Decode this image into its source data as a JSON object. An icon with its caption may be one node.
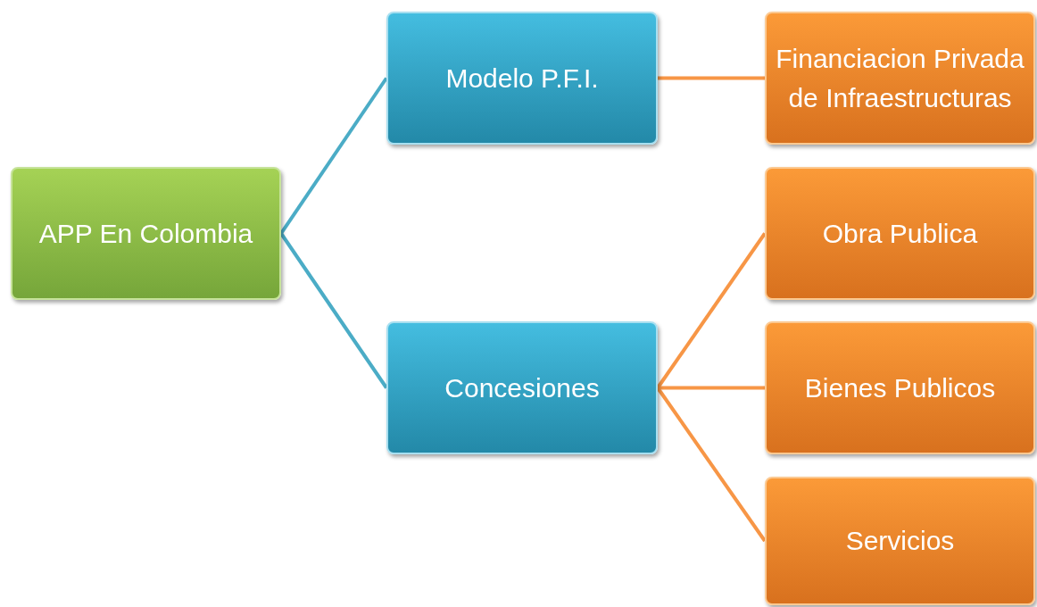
{
  "diagram": {
    "nodes": [
      {
        "text": [
          "APP En Colombia"
        ]
      },
      {
        "text": [
          "Modelo P.F.I."
        ]
      },
      {
        "text": [
          "Financiacion Privada de Infraestructuras"
        ]
      },
      {
        "text": [
          "Concesiones"
        ]
      },
      {
        "text": [
          "Obra Publica"
        ]
      },
      {
        "text": [
          "Bienes Publicos"
        ]
      },
      {
        "text": [
          "Servicios"
        ]
      }
    ],
    "edges": [
      {
        "from": 0,
        "to": 1,
        "arrow": "none",
        "color": "#4bacc6"
      },
      {
        "from": 0,
        "to": 3,
        "arrow": "none",
        "color": "#4bacc6"
      },
      {
        "from": 1,
        "to": 2,
        "arrow": "none"
      },
      {
        "from": 3,
        "to": 4,
        "arrow": "none"
      },
      {
        "from": 3,
        "to": 5,
        "arrow": "none"
      },
      {
        "from": 3,
        "to": 6,
        "arrow": "none"
      }
    ]
  }
}
